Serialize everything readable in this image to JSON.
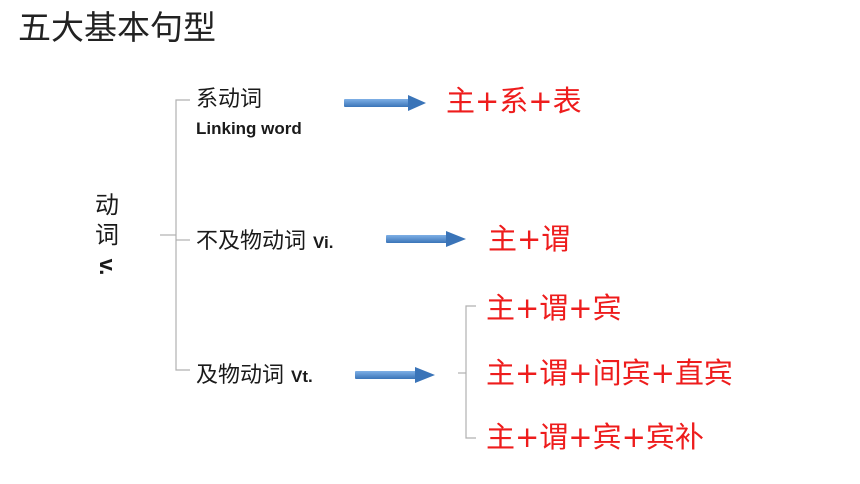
{
  "title": "五大基本句型",
  "verb": {
    "chinese": "动词",
    "char1": "动",
    "char2": "词",
    "abbr": "v."
  },
  "categories": [
    {
      "name": "系动词",
      "english": "Linking word",
      "abbr": ""
    },
    {
      "name": "不及物动词",
      "english": "",
      "abbr": "Vi."
    },
    {
      "name": "及物动词",
      "english": "",
      "abbr": "Vt."
    }
  ],
  "patterns": {
    "linking": "主+系+表",
    "intransitive": "主+谓",
    "transitive": [
      "主+谓+宾",
      "主+谓+间宾+直宾",
      "主+谓+宾+宾补"
    ]
  },
  "colors": {
    "pattern": "#ee1c1c",
    "arrow": "#4a86c8",
    "bracket": "#b0b0b0"
  }
}
